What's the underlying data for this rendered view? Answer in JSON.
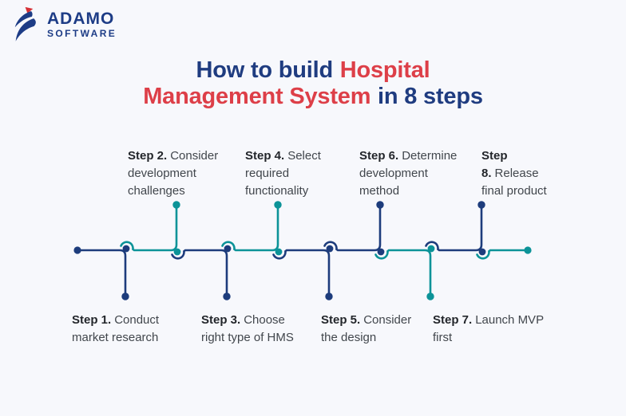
{
  "colors": {
    "bg": "#f7f8fc",
    "navy": "#1d3c7c",
    "teal": "#0c9398",
    "title-navy": "#1f3c80",
    "title-red": "#dd3f48",
    "logo-navy": "#1d3c86",
    "logo-red": "#d62f35",
    "step-bold": "#23262b",
    "step-text": "#41464c"
  },
  "logo": {
    "name": "ADAMO",
    "sub": "SOFTWARE",
    "icon": "adamo-bird-logo"
  },
  "title": {
    "line1_navy": "How to build",
    "line1_red": "Hospital",
    "line2_red": "Management System",
    "line2_navy": "in 8 steps"
  },
  "timeline": {
    "step_count": 8,
    "steps": [
      {
        "label": "Step 1.",
        "text": "Conduct market research",
        "side": "bottom"
      },
      {
        "label": "Step 2.",
        "text": "Consider development challenges",
        "side": "top"
      },
      {
        "label": "Step 3.",
        "text": "Choose right type of HMS",
        "side": "bottom"
      },
      {
        "label": "Step 4.",
        "text": "Select required functionality",
        "side": "top"
      },
      {
        "label": "Step 5.",
        "text": "Consider the design",
        "side": "bottom"
      },
      {
        "label": "Step 6.",
        "text": "Determine development method",
        "side": "top"
      },
      {
        "label": "Step 7.",
        "text": "Launch MVP first",
        "side": "bottom"
      },
      {
        "label": "Step 8.",
        "text": "Release final product",
        "side": "top"
      }
    ]
  }
}
